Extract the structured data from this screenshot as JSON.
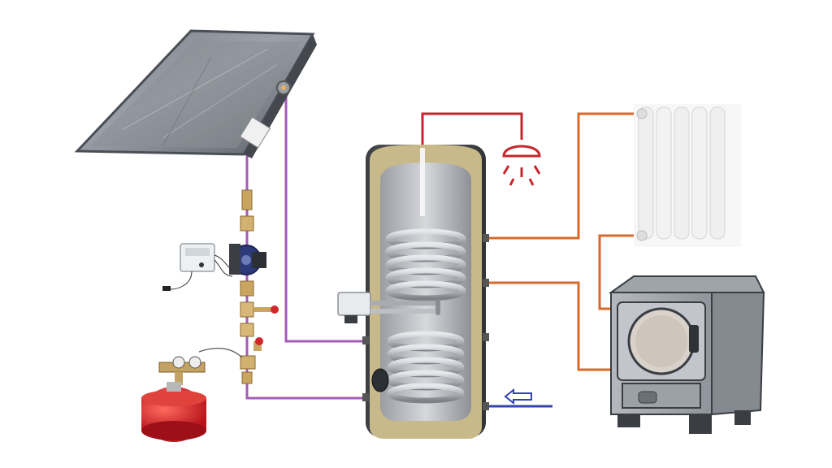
{
  "diagram": {
    "type": "solar water heating system schematic",
    "components": [
      {
        "id": "solar-collector",
        "icon": "solar-panel-icon"
      },
      {
        "id": "circulation-pump",
        "icon": "pump-icon"
      },
      {
        "id": "controller",
        "icon": "controller-box-icon"
      },
      {
        "id": "expansion-vessel",
        "icon": "expansion-tank-icon"
      },
      {
        "id": "storage-tank",
        "icon": "boiler-tank-icon"
      },
      {
        "id": "electric-heater",
        "icon": "immersion-heater-icon"
      },
      {
        "id": "shower",
        "icon": "shower-head-icon"
      },
      {
        "id": "radiator",
        "icon": "radiator-icon"
      },
      {
        "id": "stove",
        "icon": "wood-stove-icon"
      }
    ],
    "colors": {
      "solar_loop": "#a45bb5",
      "hot_water": "#c7262e",
      "heating_loop": "#d9692b",
      "cold_inlet": "#3344aa",
      "tank_insulation": "#c8b98a",
      "expansion_vessel": "#d62a2a"
    }
  }
}
